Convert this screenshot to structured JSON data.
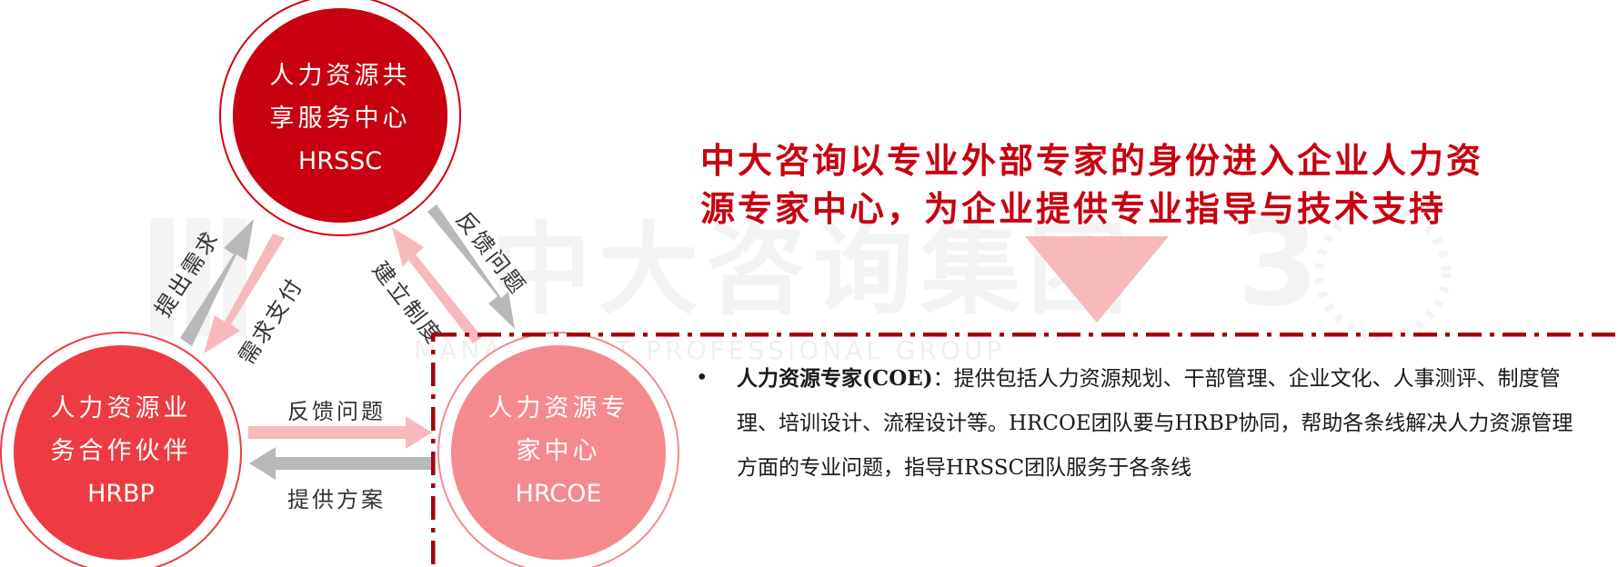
{
  "colors": {
    "brand_red": "#c8000f",
    "hrbp_red": "#ee3b42",
    "hrcoe_pink": "#f58a8e",
    "arrow_gray": "#b8b8b8",
    "arrow_pink": "#f7b9bb",
    "watermark": "#f2f2f2"
  },
  "nodes": {
    "hrssc": {
      "line1": "人力资源共",
      "line2": "享服务中心",
      "code": "HRSSC"
    },
    "hrbp": {
      "line1": "人力资源业",
      "line2": "务合作伙伴",
      "code": "HRBP"
    },
    "hrcoe": {
      "line1": "人力资源专",
      "line2": "家中心",
      "code": "HRCOE"
    }
  },
  "edges": {
    "hrbp_to_hrssc": "提出需求",
    "hrssc_to_hrbp": "需求支付",
    "hrcoe_to_hrssc": "反馈问题",
    "hrssc_to_hrcoe": "建立制度",
    "hrbp_to_hrcoe": "反馈问题",
    "hrcoe_to_hrbp": "提供方案"
  },
  "headline": {
    "line1": "中大咨询以专业外部专家的身份进入企业人力资",
    "line2": "源专家中心，为企业提供专业指导与技术支持"
  },
  "coe": {
    "bullet": "•",
    "lead": "人力资源专家(COE)",
    "body": "：提供包括人力资源规划、干部管理、企业文化、人事测评、制度管理、培训设计、流程设计等。HRCOE团队要与HRBP协同，帮助各条线解决人力资源管理方面的专业问题，指导HRSSC团队服务于各条线"
  },
  "watermark": {
    "title": "中大咨询集团",
    "subtitle": "MANAGEMENT PROFESSIONAL GROUP"
  }
}
